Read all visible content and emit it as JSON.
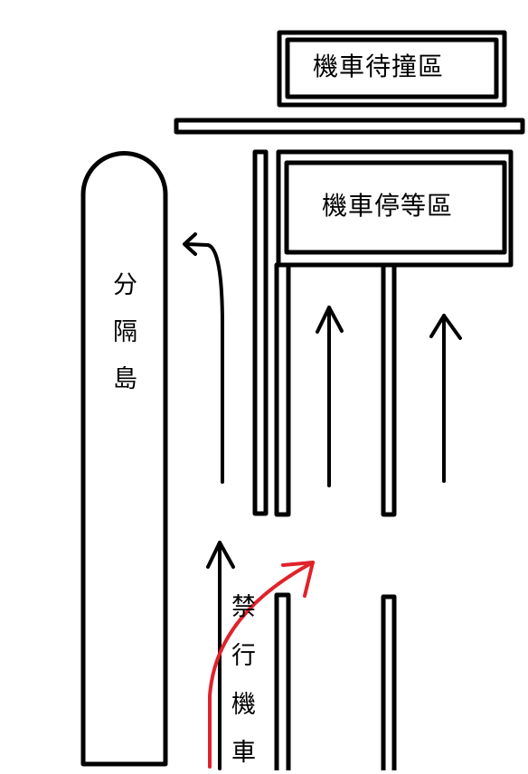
{
  "labels": {
    "waiting_zone": "機車待撞區",
    "stop_zone": "機車停等區",
    "median": [
      "分",
      "隔",
      "島"
    ],
    "no_motorcycle": [
      "禁",
      "行",
      "機",
      "車"
    ]
  },
  "colors": {
    "ink": "#000000",
    "illegal_path": "#e0222a",
    "background": "#ffffff"
  },
  "icons": {
    "left_turn": "curved-left-arrow-icon",
    "straight": "up-arrow-icon",
    "illegal_turn": "curved-right-arrow-icon"
  }
}
